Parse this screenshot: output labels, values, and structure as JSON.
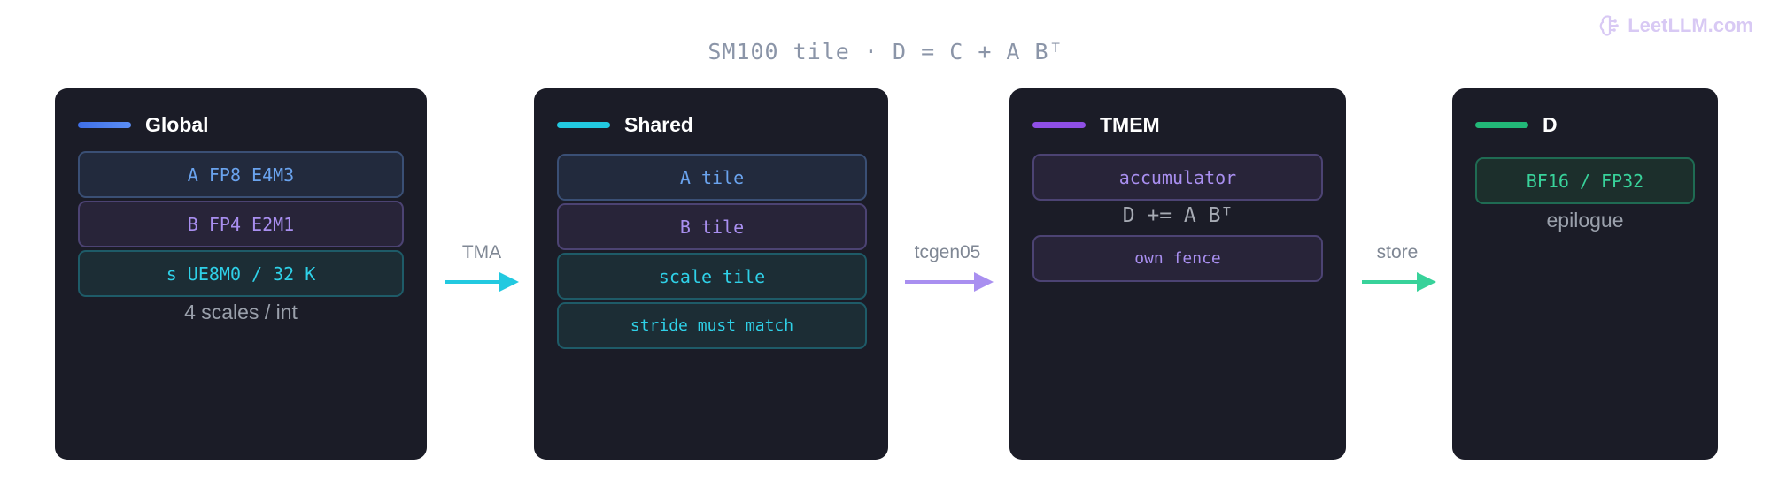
{
  "title": "SM100 tile · D = C + A Bᵀ",
  "brand": {
    "label": "LeetLLM.com",
    "icon": "brain-icon"
  },
  "colors": {
    "global": "#4a7ff0",
    "shared": "#22c9e0",
    "tmem": "#8f4fe6",
    "d": "#22b878",
    "arrow_tma": "#22c9e0",
    "arrow_tcgen": "#a98ff0",
    "arrow_store": "#38d29a"
  },
  "panels": {
    "global": {
      "name": "Global",
      "boxes": [
        "A FP8 E4M3",
        "B FP4 E2M1",
        "s UE8M0 / 32 K"
      ],
      "note": "4 scales / int"
    },
    "shared": {
      "name": "Shared",
      "boxes": [
        "A tile",
        "B tile",
        "scale tile",
        "stride must match"
      ]
    },
    "tmem": {
      "name": "TMEM",
      "boxes": [
        "accumulator",
        "own fence"
      ],
      "note": "D += A Bᵀ"
    },
    "d": {
      "name": "D",
      "boxes": [
        "BF16 / FP32"
      ],
      "note": "epilogue"
    }
  },
  "connectors": {
    "tma": "TMA",
    "tcgen05": "tcgen05",
    "store": "store"
  }
}
